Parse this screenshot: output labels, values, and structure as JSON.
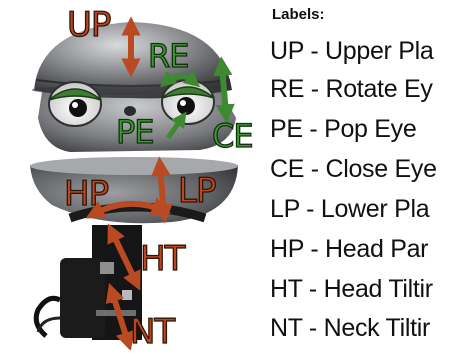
{
  "figure": {
    "callouts": {
      "up": "UP",
      "re": "RE",
      "pe": "PE",
      "ce": "CE",
      "hp": "HP",
      "lp": "LP",
      "ht": "HT",
      "nt": "NT"
    },
    "colors": {
      "upper_group": "#c0441f",
      "eye_group": "#3e9a36",
      "head_shell": "#6e7073",
      "eyelid": "#3f7d33"
    }
  },
  "legend": {
    "title": "Labels:",
    "items": [
      "UP - Upper Pla",
      "RE - Rotate Ey",
      "PE - Pop Eye",
      "CE - Close Eye",
      "LP - Lower Pla",
      "HP - Head Par",
      "HT - Head Tiltir",
      "NT - Neck Tiltir"
    ]
  }
}
